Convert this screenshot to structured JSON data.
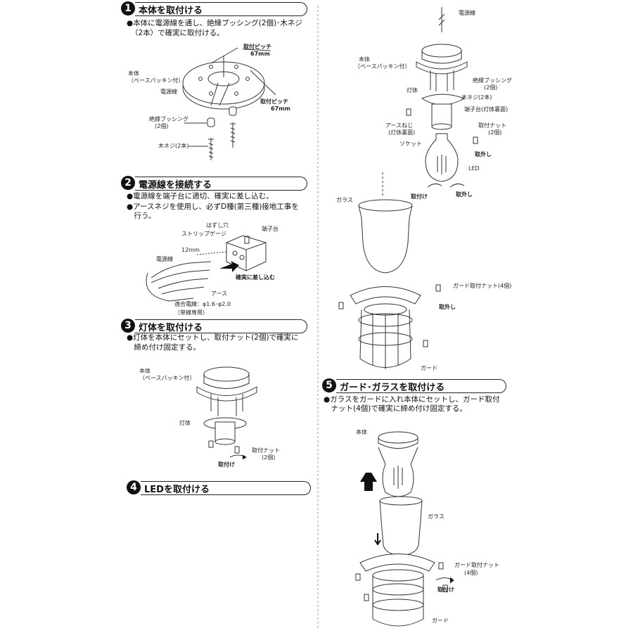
{
  "steps": [
    {
      "num": "1",
      "title": "本体を取付ける",
      "body": [
        "●本体に電源線を通し、絶縁ブッシング(2個)･木ネジ",
        "（2本）で確実に取付ける。"
      ],
      "labels": {
        "pitch_top": "取付ピッチ",
        "pitch_top_val": "67mm",
        "pitch_right": "取付ピッチ",
        "pitch_right_val": "67mm",
        "body_name": "本体",
        "body_sub": "（ベースパッキン付）",
        "wire": "電源線",
        "bushing": "絶縁ブッシング",
        "bushing_count": "(2個)",
        "screw": "木ネジ(2本)"
      }
    },
    {
      "num": "2",
      "title": "電源線を接続する",
      "body": [
        "●電源線を端子台に適切、確実に差し込む。",
        "●アースネジを使用し、必ずD種(第三種)接地工事を",
        "　行う。"
      ],
      "labels": {
        "release_hole": "はずし穴",
        "strip_gauge": "ストリップゲージ",
        "terminal": "端子台",
        "mm12": "12mm",
        "wire": "電源線",
        "insert": "確実に差し込む",
        "earth": "アース",
        "gauge": "適合電線：φ1.6･φ2.0",
        "gauge_sub": "（単線専用）"
      }
    },
    {
      "num": "3",
      "title": "灯体を取付ける",
      "body": [
        "●灯体を本体にセットし、取付ナット(2個)で確実に",
        "　締め付け固定する。"
      ],
      "labels": {
        "body_name": "本体",
        "body_sub": "（ベースパッキン付）",
        "lamp_body": "灯体",
        "nut": "取付ナット",
        "nut_count": "(2個)",
        "attach": "取付け"
      }
    },
    {
      "num": "4",
      "title": "LEDを取付ける"
    },
    {
      "num": "5",
      "title": "ガード･ガラスを取付ける",
      "body": [
        "●ガラスをガードに入れ本体にセットし、ガード取付",
        "　ナット(4個)で確実に締め付け固定する。"
      ],
      "labels": {
        "body_name": "本体",
        "glass": "ガラス",
        "guard_nut": "ガード取付ナット",
        "guard_nut_count": "(4個)",
        "attach": "取付け",
        "guard": "ガード"
      }
    }
  ],
  "exploded": {
    "wire": "電源線",
    "body_name": "本体",
    "body_sub": "（ベースパッキン付）",
    "bushing": "絶縁ブッシング",
    "bushing_count": "(2個)",
    "lamp_body": "灯体",
    "screw": "木ネジ(2本)",
    "terminal": "端子台(灯体裏面)",
    "earth_screw": "アースねじ",
    "earth_sub": "(灯体裏面)",
    "nut": "取付ナット",
    "nut_count": "(2個)",
    "socket": "ソケット",
    "remove": "取外し",
    "led": "LED",
    "attach": "取付け",
    "remove2": "取外し",
    "glass": "ガラス",
    "guard_nut": "ガード取付ナット(4個)",
    "remove3": "取外し",
    "guard": "ガード"
  }
}
